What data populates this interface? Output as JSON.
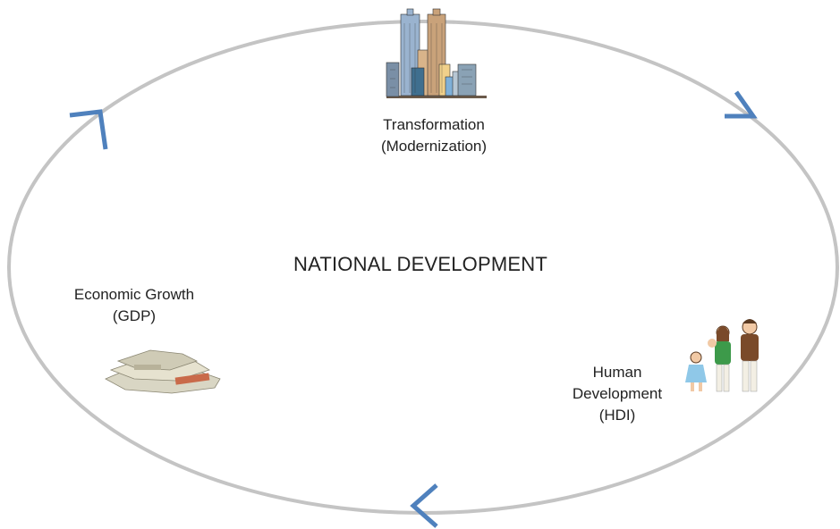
{
  "diagram": {
    "center_title": "NATIONAL DEVELOPMENT",
    "nodes": {
      "transformation": {
        "line1": "Transformation",
        "line2": "(Modernization)",
        "icon": "city-skyline-icon"
      },
      "economic_growth": {
        "line1": "Economic Growth",
        "line2": "(GDP)",
        "icon": "money-stack-icon"
      },
      "human_development": {
        "line1": "Human",
        "line2": "Development",
        "line3": "(HDI)",
        "icon": "family-icon"
      }
    },
    "colors": {
      "cycle_line": "#c4c4c4",
      "arrows": "#4f81bd"
    },
    "flow_direction": "clockwise"
  }
}
